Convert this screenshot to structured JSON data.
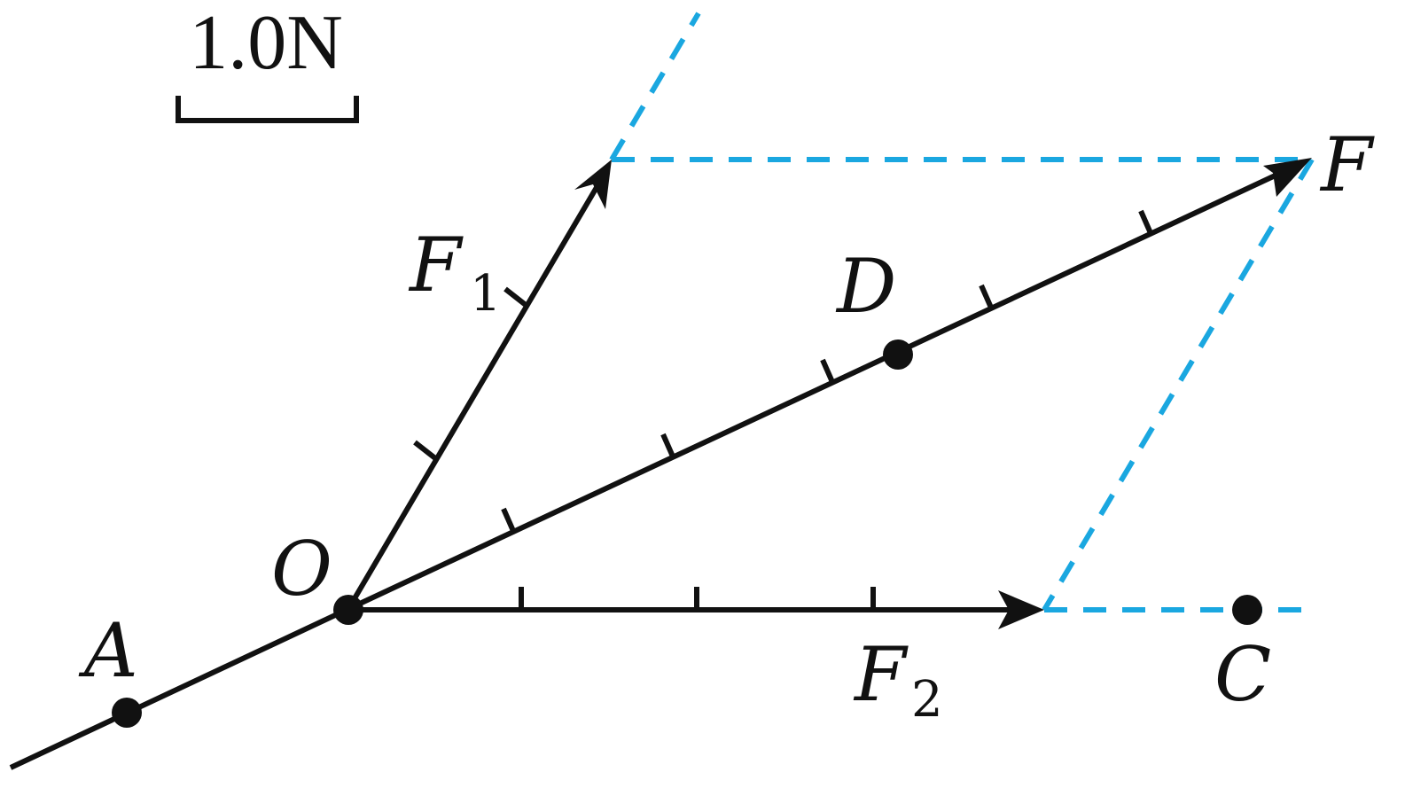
{
  "scale": {
    "label": "1.0N"
  },
  "labels": {
    "F1": {
      "main": "F",
      "sub": "1"
    },
    "F2": {
      "main": "F",
      "sub": "2"
    },
    "F": "F",
    "D": "D",
    "O": "O",
    "A": "A",
    "C": "C"
  },
  "colors": {
    "ink": "#111111",
    "construction": "#1aa7e0"
  }
}
